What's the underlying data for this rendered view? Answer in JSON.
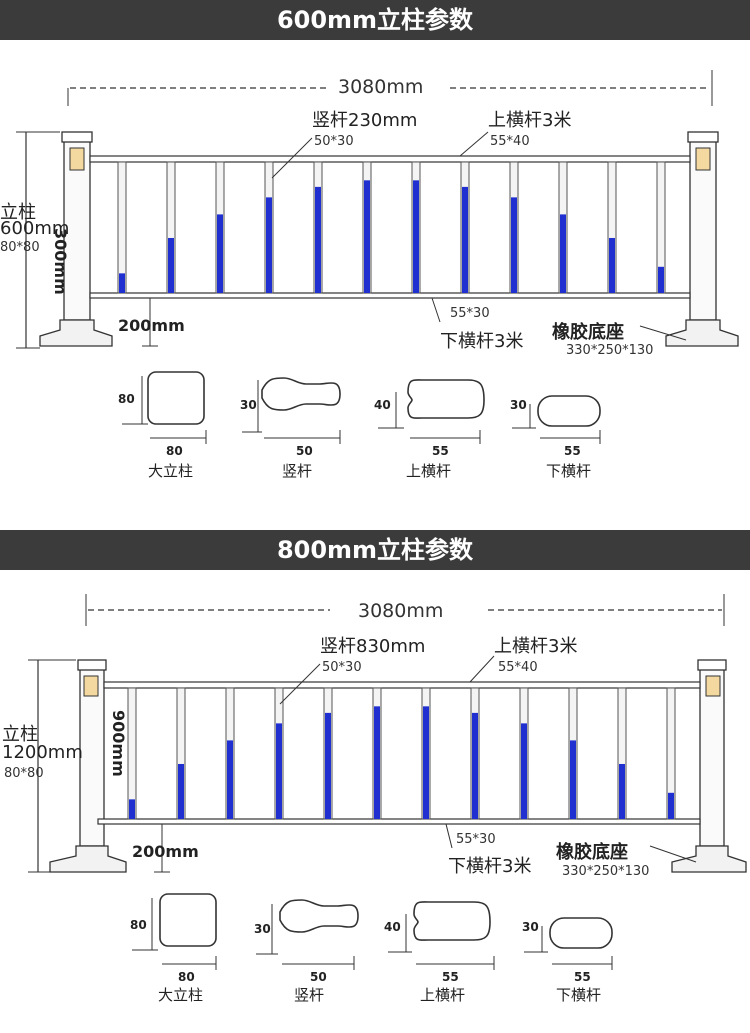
{
  "section1": {
    "title": "600mm立柱参数",
    "total_length": "3080mm",
    "post_label": "立柱",
    "post_height": "600mm",
    "post_spec": "80*80",
    "picket_label": "竖杆230mm",
    "picket_spec": "50*30",
    "top_rail_label": "上横杆3米",
    "top_rail_spec": "55*40",
    "panel_height": "300mm",
    "clearance": "200mm",
    "bottom_rail_spec": "55*30",
    "bottom_rail_label": "下横杆3米",
    "base_label": "橡胶底座",
    "base_spec": "330*250*130"
  },
  "section2": {
    "title": "800mm立柱参数",
    "total_length": "3080mm",
    "post_label": "立柱",
    "post_height": "1200mm",
    "post_spec": "80*80",
    "picket_label": "竖杆830mm",
    "picket_spec": "50*30",
    "top_rail_label": "上横杆3米",
    "top_rail_spec": "55*40",
    "panel_height": "900mm",
    "clearance": "200mm",
    "bottom_rail_spec": "55*30",
    "bottom_rail_label": "下横杆3米",
    "base_label": "橡胶底座",
    "base_spec": "330*250*130"
  },
  "profiles": [
    {
      "name": "大立柱",
      "h": "80",
      "w": "80"
    },
    {
      "name": "竖杆",
      "h": "30",
      "w": "50"
    },
    {
      "name": "上横杆",
      "h": "40",
      "w": "55"
    },
    {
      "name": "下横杆",
      "h": "30",
      "w": "55"
    }
  ],
  "colors": {
    "banner": "#3b3b3b",
    "picket_blue": "#1f2fd0",
    "line": "#333333"
  }
}
